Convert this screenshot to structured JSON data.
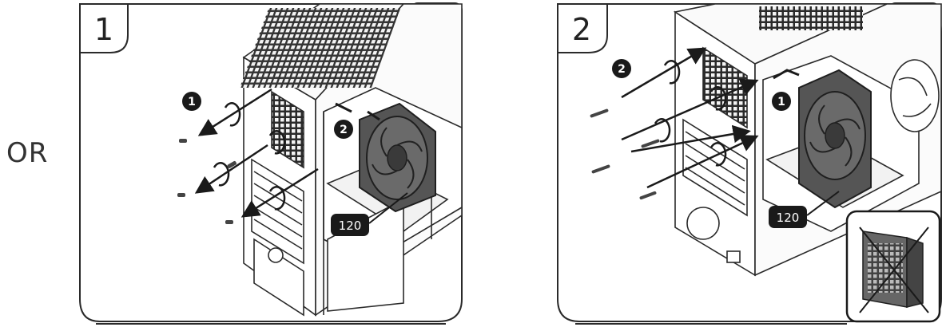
{
  "separator_label": "OR",
  "panels": [
    {
      "step_number": "1",
      "tool_icon": "screwdriver-icon",
      "fan_size_label": "120",
      "callouts": [
        "1",
        "2"
      ]
    },
    {
      "step_number": "2",
      "tool_icon": "screwdriver-icon",
      "fan_size_label": "120",
      "callouts": [
        "2",
        "1"
      ],
      "inset_icon": "incorrect-orientation-crossed-icon"
    }
  ]
}
